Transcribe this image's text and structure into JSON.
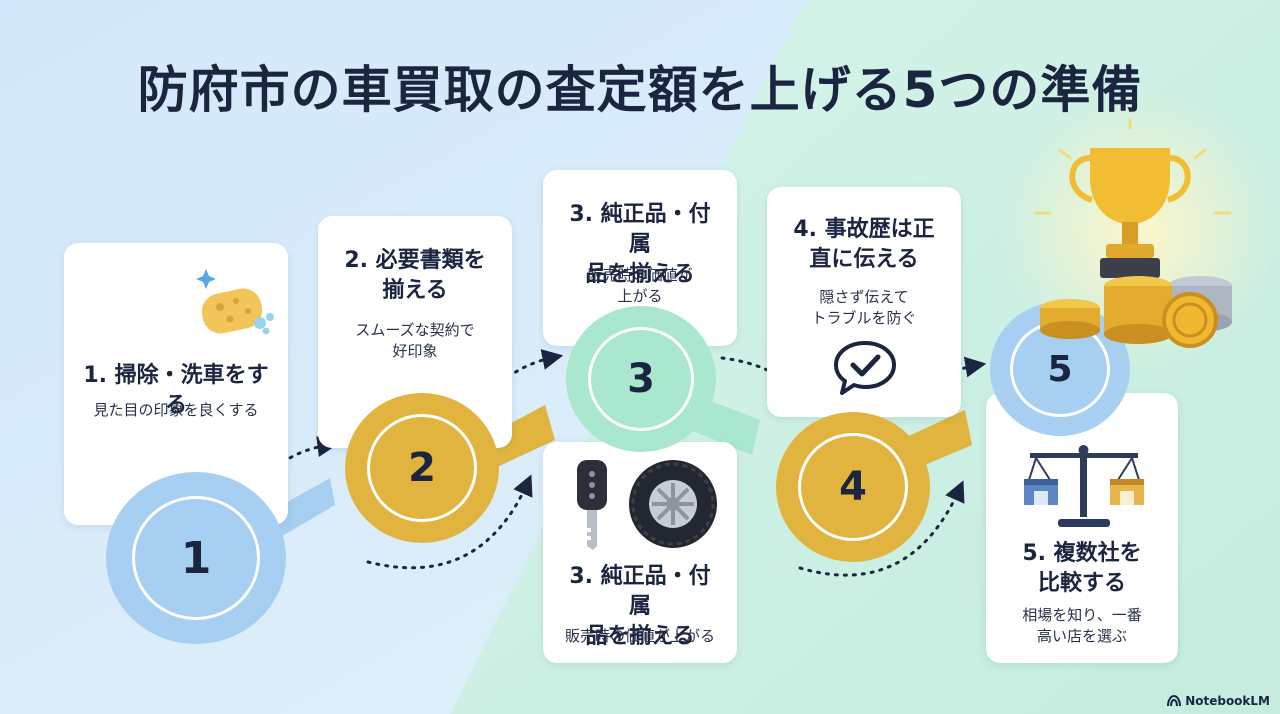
{
  "title": "防府市の車買取の査定額を上げる5つの準備",
  "colors": {
    "blue": "#a7cff1",
    "gold": "#e0b43e",
    "mint": "#a9e8cf",
    "navy": "#1b2540"
  },
  "steps": [
    {
      "number": "1",
      "title": "1. 掃除・洗車をする",
      "desc": "見た目の印象を良くする",
      "icon": "sponge-icon"
    },
    {
      "number": "2",
      "title": "2. 必要書類を\n揃える",
      "desc": "スムーズな契約で\n好印象",
      "icon": ""
    },
    {
      "number": "3",
      "title": "3. 純正品・付属\n品を揃える",
      "desc": "販売時の価値が\n上がる",
      "icon": ""
    },
    {
      "number": "4",
      "title": "4. 事故歴は正\n直に伝える",
      "desc": "隠さず伝えて\nトラブルを防ぐ",
      "icon": "chat-check-icon"
    },
    {
      "number": "5",
      "title": "5. 複数社を\n比較する",
      "desc": "相場を知り、一番\n高い店を選ぶ",
      "icon": "scale-icon"
    }
  ],
  "step3_lower": {
    "title": "3. 純正品・付属\n品を揃える",
    "desc": "販売時の価値が上がる",
    "icons": [
      "car-key-icon",
      "tire-icon"
    ]
  },
  "trophy_icon": "trophy-coins-icon",
  "brand": "NotebookLM"
}
